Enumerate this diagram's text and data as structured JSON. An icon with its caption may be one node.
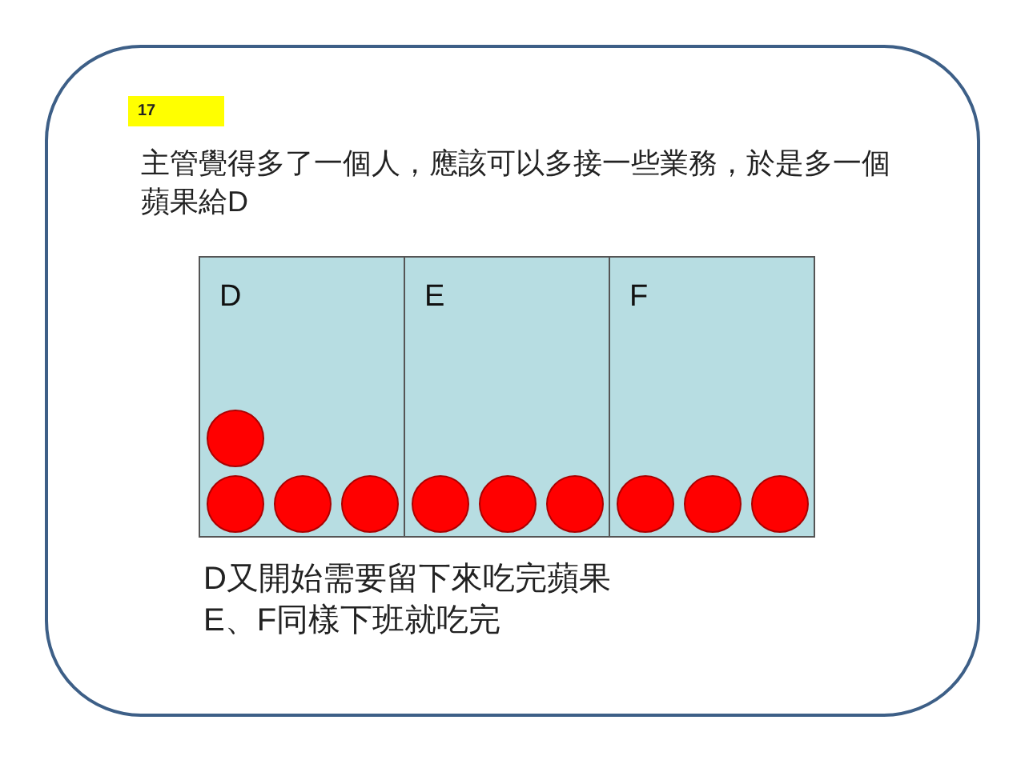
{
  "diagram": {
    "nodes": [
      {
        "text": [
          "D"
        ]
      },
      {
        "text": [],
        "shape": "circle",
        "in": 0
      },
      {
        "text": [],
        "shape": "circle",
        "in": 0
      },
      {
        "text": [],
        "shape": "circle",
        "in": 0
      },
      {
        "text": [],
        "shape": "circle",
        "in": 0
      },
      {
        "text": [
          "E"
        ]
      },
      {
        "text": [],
        "shape": "circle",
        "in": 5
      },
      {
        "text": [],
        "shape": "circle",
        "in": 5
      },
      {
        "text": [],
        "shape": "circle",
        "in": 5
      },
      {
        "text": [
          "F"
        ]
      },
      {
        "text": [],
        "shape": "circle",
        "in": 9
      },
      {
        "text": [],
        "shape": "circle",
        "in": 9
      },
      {
        "text": [],
        "shape": "circle",
        "in": 9
      }
    ],
    "edges": [],
    "labels": [
      "17",
      "主管覺得多了一個人，應該可以多接一些業務，於是多一個蘋果給D",
      "D又開始需要留下來吃完蘋果",
      "E、F同樣下班就吃完"
    ]
  }
}
